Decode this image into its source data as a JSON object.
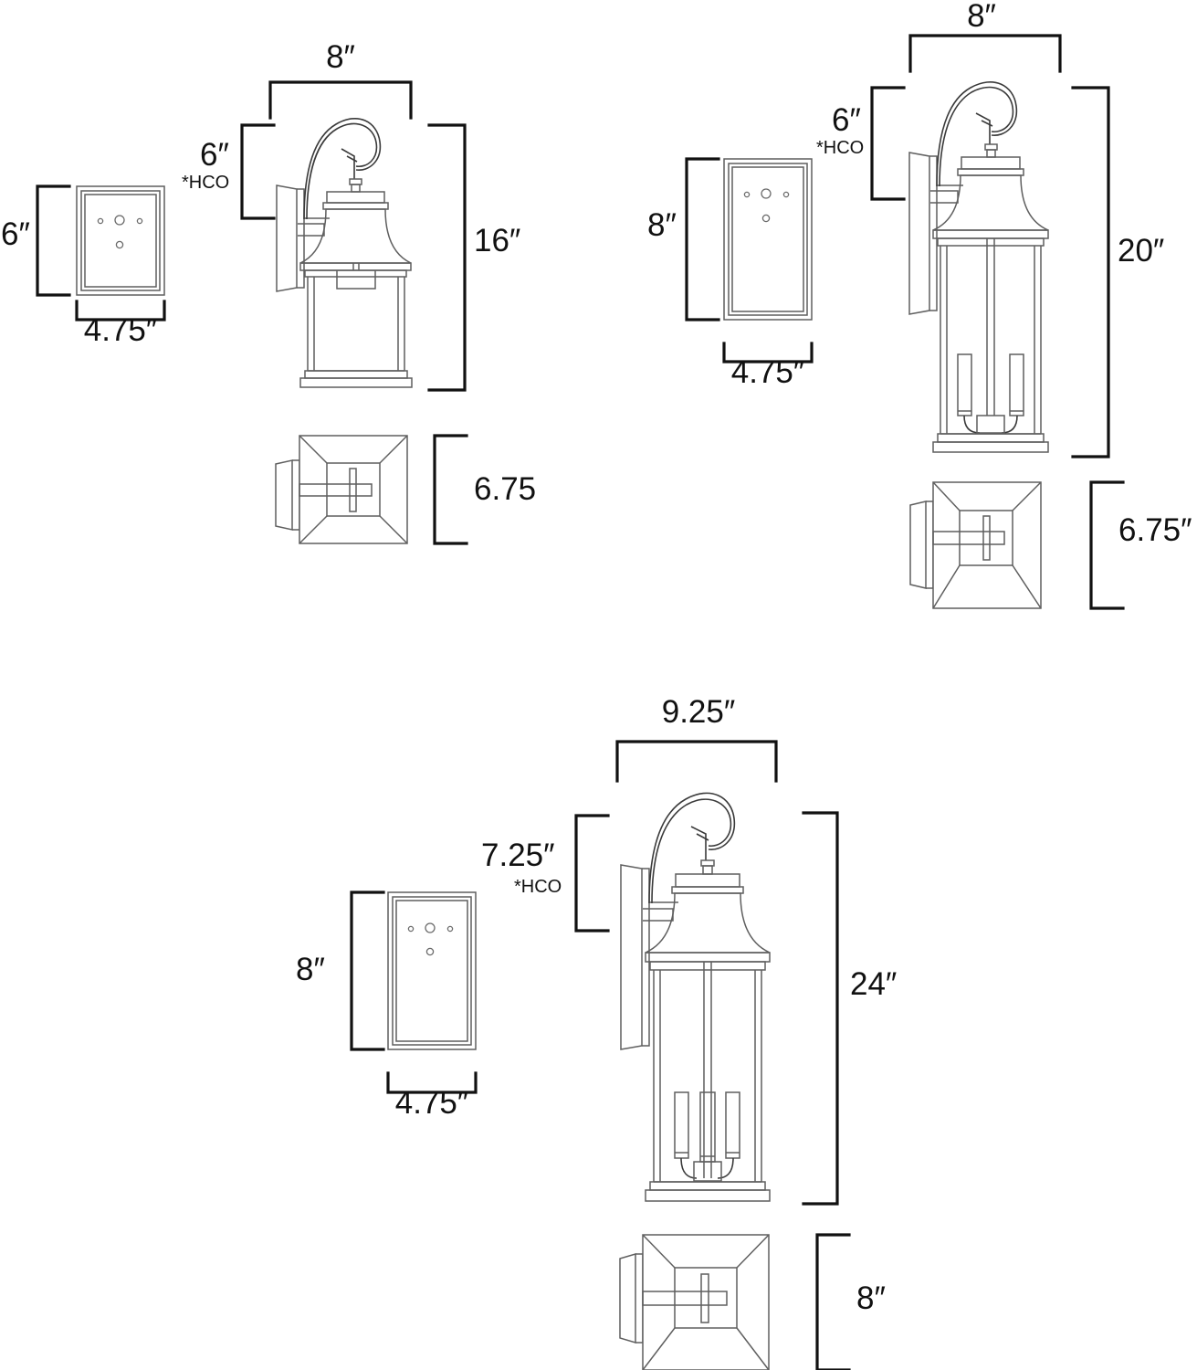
{
  "document": {
    "type": "technical-dimension-drawing",
    "subject": "Outdoor wall lantern sconce — three sizes",
    "units": "inches",
    "note_symbol": "*HCO",
    "line_color": "#1a1a1a",
    "detail_line_color": "#6e6e6e",
    "background": "#ffffff"
  },
  "fixtures": [
    {
      "id": "fixture-small",
      "name": "16-inch wall lantern",
      "backplate": {
        "name": "backplate-front-view",
        "height_label": "6″",
        "width_label": "4.75″",
        "holes": [
          "small-left",
          "large-center",
          "small-right",
          "small-bottom"
        ]
      },
      "side_view": {
        "name": "lantern-side-view",
        "width_label": "8″",
        "height_label": "16″",
        "hco_label": "6″",
        "hco_note": "*HCO",
        "lamp_count": 1
      },
      "top_view": {
        "name": "lantern-top-view",
        "depth_label": "6.75"
      }
    },
    {
      "id": "fixture-medium",
      "name": "20-inch wall lantern",
      "backplate": {
        "name": "backplate-front-view",
        "height_label": "8″",
        "width_label": "4.75″",
        "holes": [
          "small-left",
          "large-center",
          "small-right",
          "small-bottom"
        ]
      },
      "side_view": {
        "name": "lantern-side-view",
        "width_label": "8″",
        "height_label": "20″",
        "hco_label": "6″",
        "hco_note": "*HCO",
        "lamp_count": 2
      },
      "top_view": {
        "name": "lantern-top-view",
        "depth_label": "6.75″"
      }
    },
    {
      "id": "fixture-large",
      "name": "24-inch wall lantern",
      "backplate": {
        "name": "backplate-front-view",
        "height_label": "8″",
        "width_label": "4.75″",
        "holes": [
          "small-left",
          "large-center",
          "small-right",
          "small-bottom"
        ]
      },
      "side_view": {
        "name": "lantern-side-view",
        "width_label": "9.25″",
        "height_label": "24″",
        "hco_label": "7.25″",
        "hco_note": "*HCO",
        "lamp_count": 3
      },
      "top_view": {
        "name": "lantern-top-view",
        "depth_label": "8″"
      }
    }
  ],
  "labels": {
    "f1_width": "8″",
    "f1_hco": "6″",
    "f1_hco_note": "*HCO",
    "f1_height": "16″",
    "f1_bp_height": "6″",
    "f1_bp_width": "4.75″",
    "f1_top_depth": "6.75",
    "f2_width": "8″",
    "f2_hco": "6″",
    "f2_hco_note": "*HCO",
    "f2_height": "20″",
    "f2_bp_height": "8″",
    "f2_bp_width": "4.75″",
    "f2_top_depth": "6.75″",
    "f3_width": "9.25″",
    "f3_hco": "7.25″",
    "f3_hco_note": "*HCO",
    "f3_height": "24″",
    "f3_bp_height": "8″",
    "f3_bp_width": "4.75″",
    "f3_top_depth": "8″"
  }
}
